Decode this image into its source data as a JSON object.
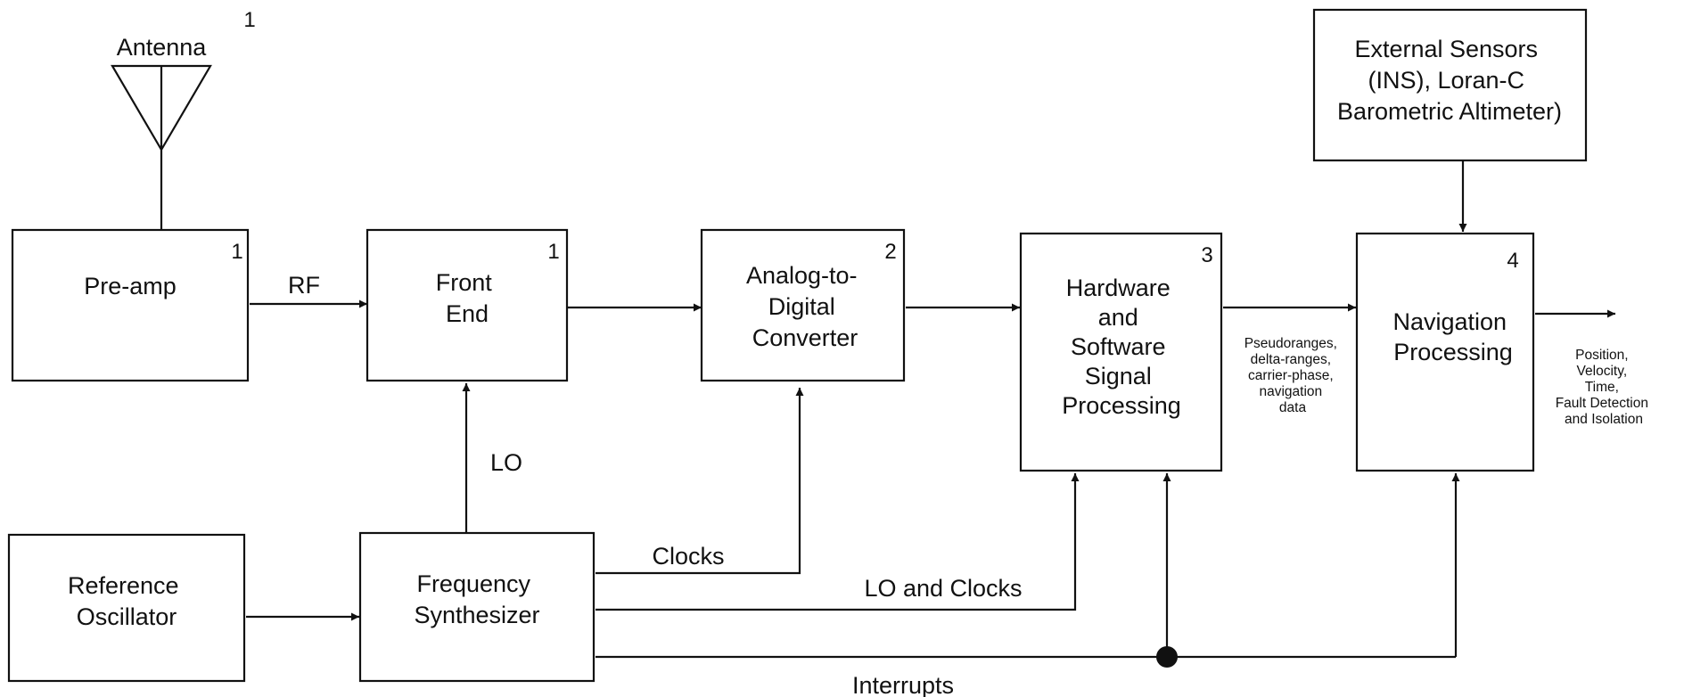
{
  "antenna": {
    "label": "Antenna",
    "number": "1"
  },
  "blocks": {
    "preamp": {
      "lines": [
        "Pre-amp"
      ],
      "number": "1"
    },
    "front_end": {
      "lines": [
        "Front",
        "End"
      ],
      "number": "1"
    },
    "adc": {
      "lines": [
        "Analog-to-",
        "Digital",
        "Converter"
      ],
      "number": "2"
    },
    "signal_processing": {
      "lines": [
        "Hardware",
        "and",
        "Software",
        "Signal",
        "Processing"
      ],
      "number": "3"
    },
    "navigation": {
      "lines": [
        "Navigation",
        "Processing"
      ],
      "number": "4"
    },
    "external_sensors": {
      "lines": [
        "External Sensors",
        "(INS), Loran-C",
        "Barometric Altimeter)"
      ]
    },
    "reference_oscillator": {
      "lines": [
        "Reference",
        "Oscillator"
      ]
    },
    "frequency_synthesizer": {
      "lines": [
        "Frequency",
        "Synthesizer"
      ]
    }
  },
  "signals": {
    "rf": "RF",
    "lo": "LO",
    "clocks": "Clocks",
    "lo_and_clocks": "LO and Clocks",
    "interrupts": "Interrupts",
    "measurements": [
      "Pseudoranges,",
      "delta-ranges,",
      "carrier-phase,",
      "navigation",
      "data"
    ],
    "outputs": [
      "Position,",
      "Velocity,",
      "Time,",
      "Fault Detection",
      "and Isolation"
    ]
  }
}
